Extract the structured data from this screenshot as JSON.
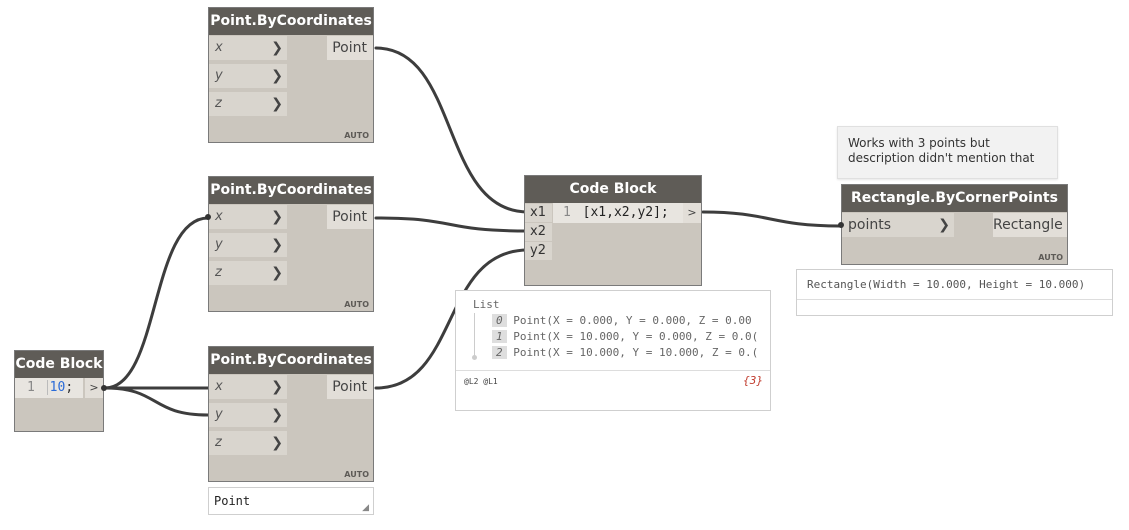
{
  "nodes": {
    "point_top": {
      "title": "Point.ByCoordinates",
      "inputs": [
        "x",
        "y",
        "z"
      ],
      "output": "Point",
      "lacing": "AUTO"
    },
    "point_mid": {
      "title": "Point.ByCoordinates",
      "inputs": [
        "x",
        "y",
        "z"
      ],
      "output": "Point",
      "lacing": "AUTO"
    },
    "point_bot": {
      "title": "Point.ByCoordinates",
      "inputs": [
        "x",
        "y",
        "z"
      ],
      "output": "Point",
      "lacing": "AUTO"
    },
    "code_block_small": {
      "title": "Code Block",
      "line_number": "1",
      "value": "10",
      "terminator": ";",
      "output_arrow": ">"
    },
    "code_block_main": {
      "title": "Code Block",
      "inputs": [
        "x1",
        "x2",
        "y2"
      ],
      "line_number": "1",
      "code": "[x1,x2,y2];",
      "output_arrow": ">"
    },
    "rectangle": {
      "title": "Rectangle.ByCornerPoints",
      "input": "points",
      "output": "Rectangle",
      "lacing": "AUTO"
    }
  },
  "previews": {
    "point_bot_preview": "Point",
    "list_preview": {
      "header": "List",
      "items": [
        {
          "index": "0",
          "text": "Point(X = 0.000, Y = 0.000, Z = 0.00"
        },
        {
          "index": "1",
          "text": "Point(X = 10.000, Y = 0.000, Z = 0.0("
        },
        {
          "index": "2",
          "text": "Point(X = 10.000, Y = 10.000, Z = 0.("
        }
      ],
      "levels": "@L2 @L1",
      "count": "{3}"
    },
    "rectangle_preview": "Rectangle(Width = 10.000, Height = 10.000)"
  },
  "tooltip": {
    "text": "Works with 3 points but description didn't mention that"
  },
  "colors": {
    "node_header": "#5f5c57",
    "node_body": "#cbc6be",
    "wire": "#3d3d3d",
    "number_literal": "#2a6bd8"
  }
}
